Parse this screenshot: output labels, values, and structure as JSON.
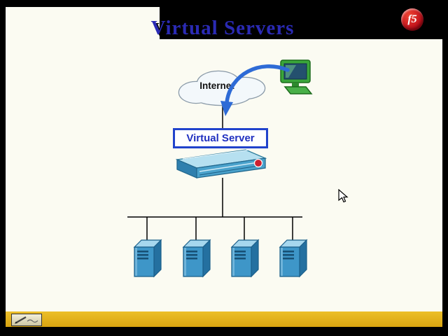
{
  "slide": {
    "title": "Virtual Servers",
    "cloud_label": "Internet",
    "virtual_server_label": "Virtual Server"
  },
  "logo": {
    "text": "f5"
  },
  "diagram": {
    "server_count": 4,
    "nodes": [
      "client-computer",
      "internet-cloud",
      "virtual-server",
      "f5-appliance",
      "server-pool"
    ],
    "flow": "client-computer -> internet-cloud -> virtual-server (f5-appliance) -> server-pool"
  },
  "icons": {
    "f5-logo-icon": "red circle with white f5 script",
    "client-computer-icon": "green desktop monitor",
    "internet-cloud-icon": "white cloud outline",
    "flow-arrow-icon": "blue curved arrow",
    "appliance-icon": "teal 3D network appliance with red f5 badge",
    "server-icon": "blue 3D server tower",
    "mouse-cursor-icon": "arrow pointer",
    "pencil-tool-icon": "annotation pencil"
  },
  "colors": {
    "slide_bg": "#fbfbf2",
    "title_blue": "#2a2ab4",
    "arrow_blue": "#2e6bd6",
    "box_border_blue": "#2143cc",
    "server_blue": "#3e96c8",
    "appliance_teal": "#4aa2cc",
    "bottom_bar_gold": "#e0ad15",
    "f5_red": "#cc1122",
    "band_black": "#000000"
  }
}
